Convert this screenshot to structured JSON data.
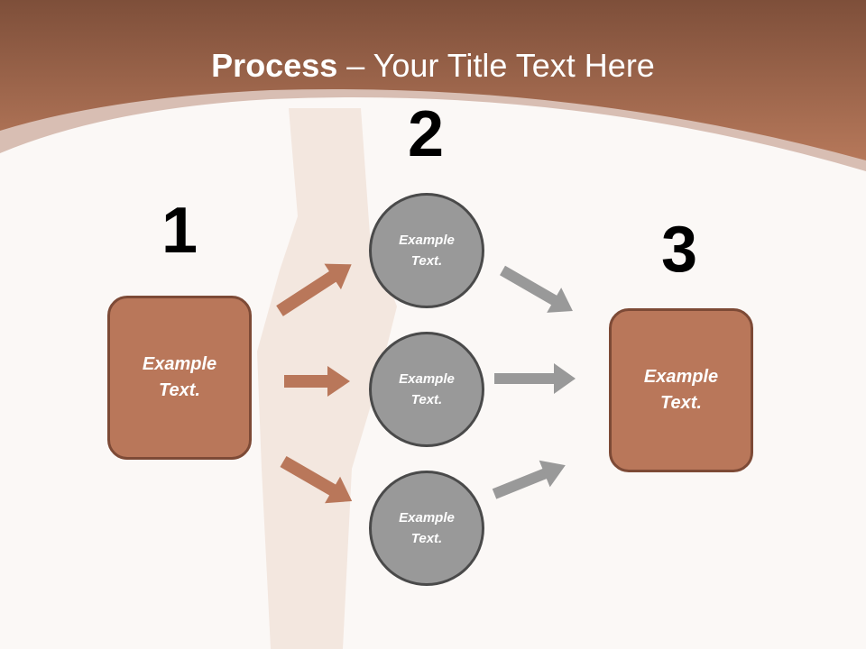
{
  "title": {
    "bold": "Process",
    "rest": " – Your Title Text Here"
  },
  "steps": [
    {
      "number": "1",
      "text": "Example\nText."
    },
    {
      "number": "2",
      "items": [
        "Example\nText.",
        "Example\nText.",
        "Example\nText."
      ]
    },
    {
      "number": "3",
      "text": "Example\nText."
    }
  ],
  "colors": {
    "header": "#a86a4e",
    "box": "#b9775a",
    "circle": "#999999",
    "arrow_brown": "#b9775a",
    "arrow_gray": "#999999"
  }
}
